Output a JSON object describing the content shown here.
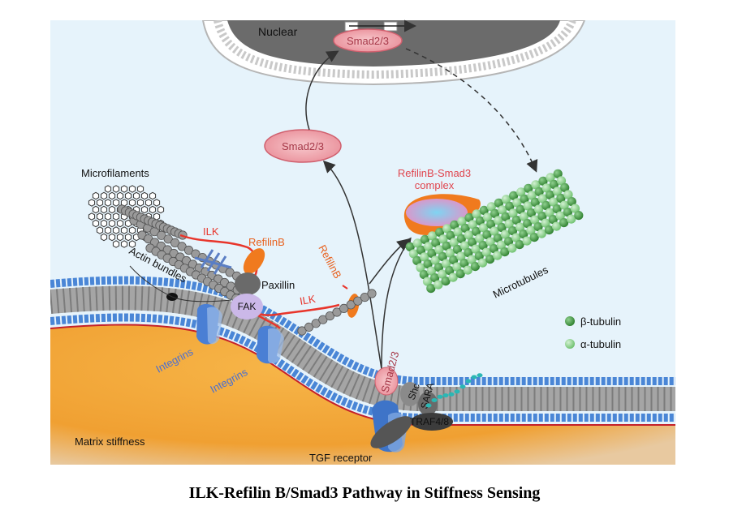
{
  "labels": {
    "nuclear": "Nuclear",
    "smad_nuclear": "Smad2/3",
    "smad_cytoplasm": "Smad2/3",
    "complex_line1": "RefilinB-Smad3",
    "complex_line2": "complex",
    "microfilaments": "Microfilaments",
    "ilk_top": "ILK",
    "refilinb_top": "RefilinB",
    "actin_bundles": "Actin bundles",
    "paxillin": "Paxillin",
    "fak": "FAK",
    "ilk_bottom": "ILK",
    "refilinb_vertical": "RefilinB",
    "microtubules": "Microtubules",
    "integrins_1": "Integrins",
    "integrins_2": "Integrins",
    "smad_receptor": "Smad2/3",
    "shc": "Shc",
    "sara": "SARA",
    "traf": "TRAF4/8",
    "matrix_stiffness": "Matrix stiffness",
    "tgf_receptor": "TGF receptor"
  },
  "legend": [
    {
      "label": "β-tubulin",
      "color": "#2f8a2f"
    },
    {
      "label": "α-tubulin",
      "color": "#8fd68f"
    }
  ],
  "caption": "ILK-Refilin B/Smad3 Pathway in Stiffness Sensing",
  "colors": {
    "cytoplasm": "#e6f3fb",
    "membrane_head": "#4a86d6",
    "matrix": "#f2a330",
    "refilin": "#f07a1e",
    "smad": "#f2a6ad",
    "ilk_line": "#e8352b",
    "integrin": "#4a7fd4"
  }
}
